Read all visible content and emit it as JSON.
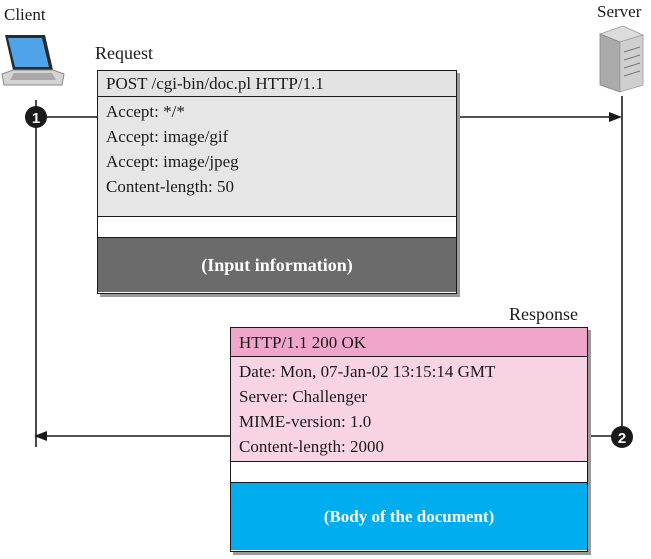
{
  "client": {
    "label": "Client"
  },
  "server": {
    "label": "Server"
  },
  "steps": {
    "one": "1",
    "two": "2"
  },
  "request": {
    "title": "Request",
    "start_line": "POST  /cgi-bin/doc.pl  HTTP/1.1",
    "headers": [
      "Accept: */*",
      "Accept: image/gif",
      "Accept: image/jpeg",
      "Content-length: 50"
    ],
    "body": "(Input information)"
  },
  "response": {
    "title": "Response",
    "status_line": "HTTP/1.1   200  OK",
    "headers": [
      "Date: Mon, 07-Jan-02 13:15:14 GMT",
      "Server: Challenger",
      "MIME-version: 1.0",
      "Content-length: 2000"
    ],
    "body": "(Body of the document)"
  },
  "colors": {
    "request_header_bg": "#e3e3e3",
    "request_headers_bg": "#e6e6e6",
    "request_body_bg": "#6b6b6b",
    "response_header_bg": "#efa6c8",
    "response_headers_bg": "#f8d3e3",
    "response_body_bg": "#00aeef"
  }
}
